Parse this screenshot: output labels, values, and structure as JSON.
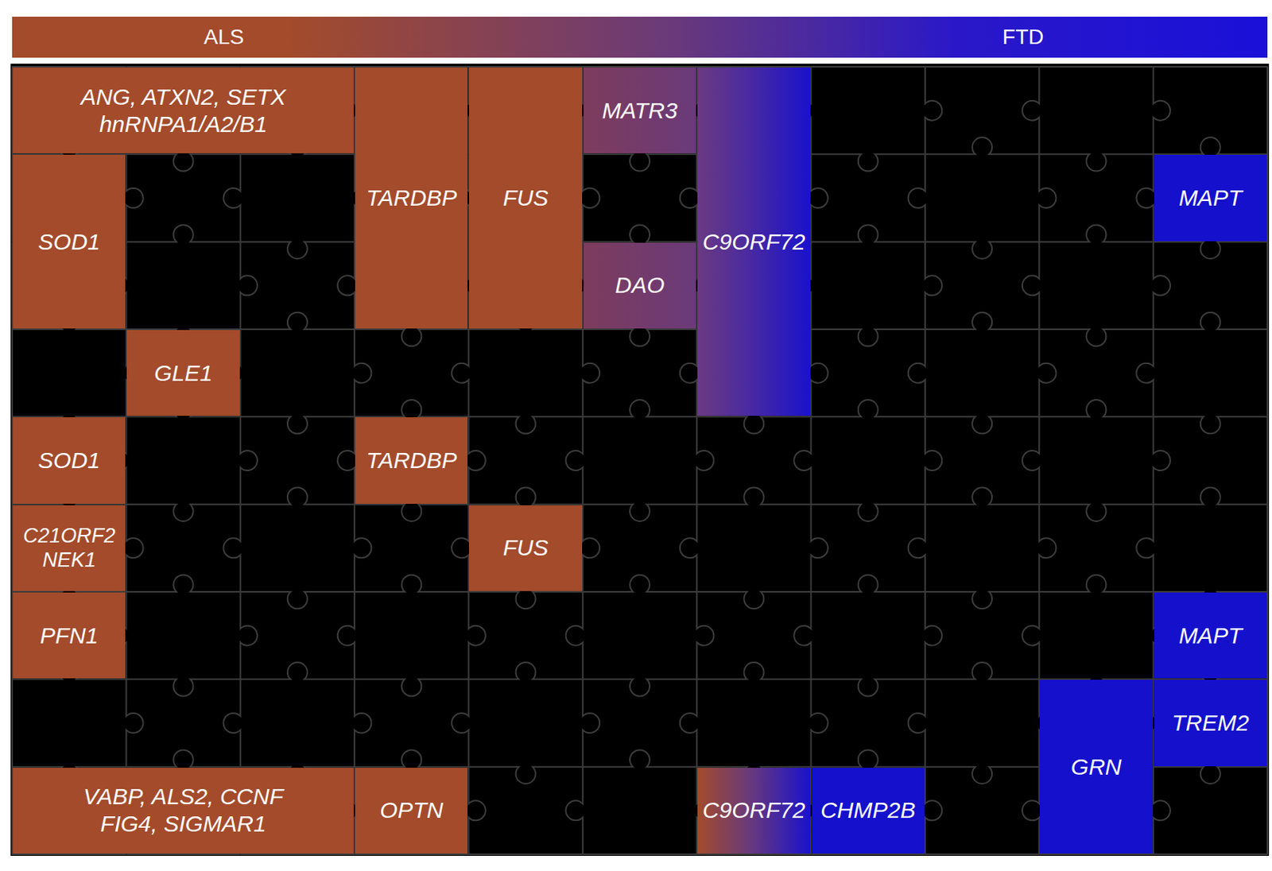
{
  "diagram": {
    "nodes": [
      {
        "text": [
          "ANG, ATXN2, SETX hnRNPA1/A2/B1"
        ]
      },
      {
        "text": [
          "MATR3"
        ]
      },
      {
        "text": [
          "TARDBP"
        ]
      },
      {
        "text": [
          "FUS"
        ]
      },
      {
        "text": [
          "MAPT"
        ]
      },
      {
        "text": [
          "SOD1"
        ]
      },
      {
        "text": [
          "C9ORF72"
        ]
      },
      {
        "text": [
          "DAO"
        ]
      },
      {
        "text": [
          "GLE1"
        ]
      },
      {
        "text": [
          "SOD1"
        ]
      },
      {
        "text": [
          "TARDBP"
        ]
      },
      {
        "text": [
          "C21ORF2 NEK1"
        ]
      },
      {
        "text": [
          "FUS"
        ]
      },
      {
        "text": [
          "PFN1"
        ]
      },
      {
        "text": [
          "MAPT"
        ]
      },
      {
        "text": [
          "TREM2"
        ]
      },
      {
        "text": [
          "GRN"
        ]
      },
      {
        "text": [
          "VABP, ALS2, CCNF FIG4, SIGMAR1"
        ]
      },
      {
        "text": [
          "OPTN"
        ]
      },
      {
        "text": [
          "C9ORF72"
        ]
      },
      {
        "text": [
          "CHMP2B"
        ]
      }
    ],
    "labels": [
      "ALS",
      "FTD"
    ]
  }
}
